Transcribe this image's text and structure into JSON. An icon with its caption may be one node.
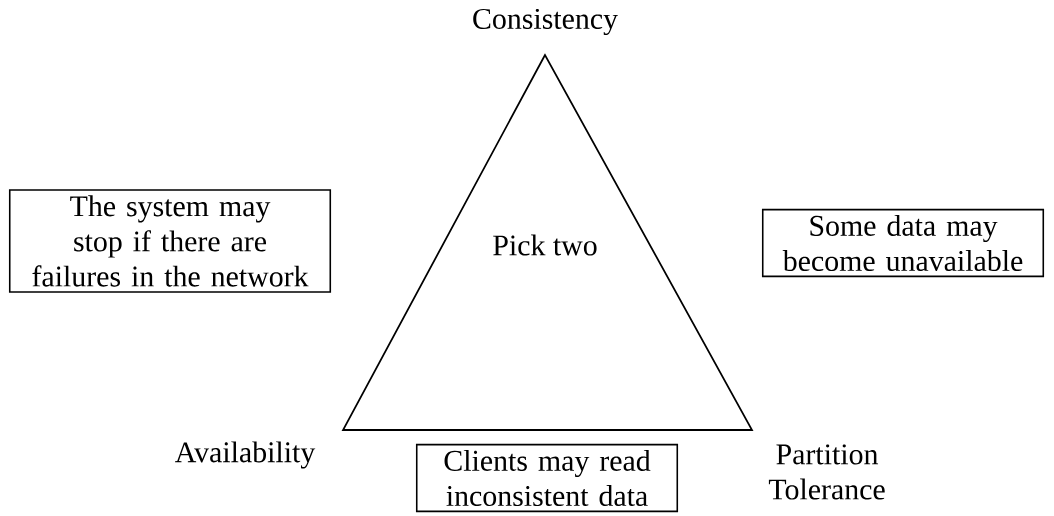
{
  "diagram": {
    "nodes": [
      {
        "text": [
          "Pick two"
        ]
      },
      {
        "text": [
          "The system may stop if there are failures in the network"
        ]
      },
      {
        "text": [
          "Some data may become unavailable"
        ]
      },
      {
        "text": [
          "Clients may read inconsistent data"
        ]
      }
    ],
    "labels": [
      "Consistency",
      "Availability",
      "Partition Tolerance"
    ]
  }
}
